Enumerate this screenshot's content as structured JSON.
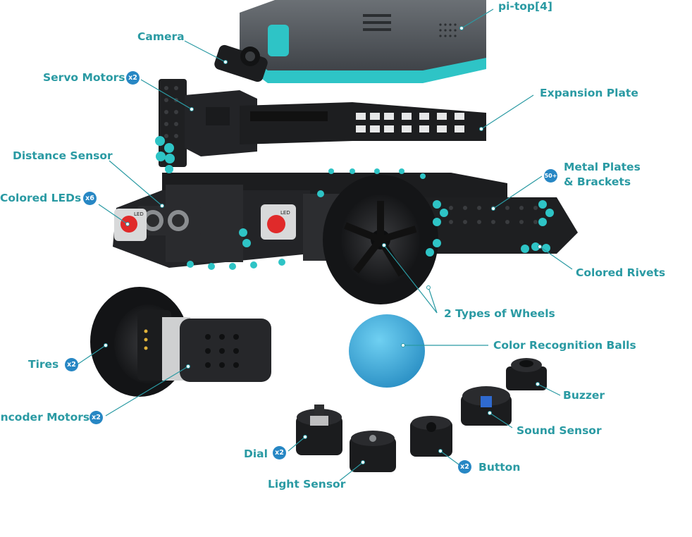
{
  "labels": {
    "pitop": "pi-top[4]",
    "camera": "Camera",
    "servo": "Servo Motors",
    "expansion": "Expansion Plate",
    "distance": "Distance Sensor",
    "leds": "Colored LEDs",
    "metal_line1": "Metal Plates",
    "metal_line2": "& Brackets",
    "rivets": "Colored Rivets",
    "wheels": "2 Types of Wheels",
    "tires": "Tires",
    "encoder": "Encoder Motors",
    "balls": "Color Recognition Balls",
    "buzzer": "Buzzer",
    "sound": "Sound Sensor",
    "dial": "Dial",
    "button": "Button",
    "light": "Light Sensor",
    "led_tag": "LED"
  },
  "badges": {
    "servo": "x2",
    "leds": "x6",
    "metal": "50+",
    "tires": "x2",
    "encoder": "x2",
    "dial": "x2",
    "button": "x2"
  },
  "colors": {
    "label": "#2a9aa3",
    "badge": "#2787c4",
    "teal": "#2ec4c6",
    "dark": "#1c1d1f",
    "ball": "#3aaee0",
    "led_red": "#e02a2a"
  }
}
